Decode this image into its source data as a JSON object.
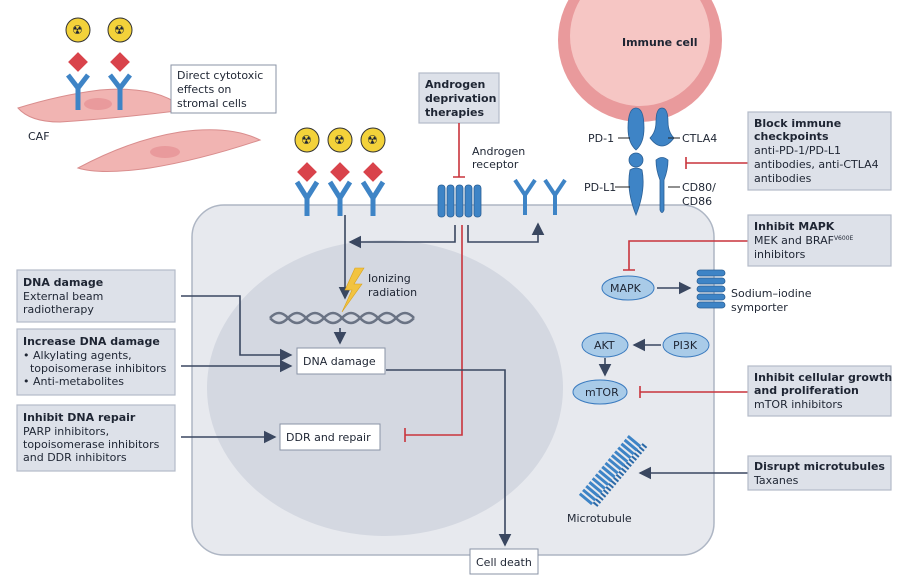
{
  "immune_cell": "Immune cell",
  "caf_label": "CAF",
  "cytotoxic_box": [
    "Direct cytotoxic",
    "effects on",
    "stromal cells"
  ],
  "androgen_box": [
    "Androgen",
    "deprivation",
    "therapies"
  ],
  "androgen_receptor": [
    "Androgen",
    "receptor"
  ],
  "checkpoints": {
    "pd1": "PD-1",
    "ctla4": "CTLA4",
    "pdl1": "PD-L1",
    "cd80": "CD80/",
    "cd86": "CD86"
  },
  "ionizing": [
    "Ionizing",
    "radiation"
  ],
  "nodes": {
    "dna_damage": "DNA damage",
    "ddr": "DDR and repair",
    "cell_death": "Cell death",
    "mapk": "MAPK",
    "akt": "AKT",
    "pi3k": "PI3K",
    "mtor": "mTOR",
    "symporter": [
      "Sodium–iodine",
      "symporter"
    ],
    "microtubule": "Microtubule"
  },
  "left_boxes": [
    {
      "title": "DNA damage",
      "lines": [
        "External beam",
        "radiotherapy"
      ]
    },
    {
      "title": "Increase DNA damage",
      "lines": [
        "• Alkylating agents,",
        "  topoisomerase inhibitors",
        "• Anti-metabolites"
      ]
    },
    {
      "title": "Inhibit DNA repair",
      "lines": [
        "PARP inhibitors,",
        "topoisomerase inhibitors",
        "and DDR inhibitors"
      ]
    }
  ],
  "right_boxes": [
    {
      "title": [
        "Block immune",
        "checkpoints"
      ],
      "lines": [
        "anti-PD-1/PD-L1",
        "antibodies, anti-CTLA4",
        "antibodies"
      ]
    },
    {
      "title": [
        "Inhibit MAPK"
      ],
      "lines": [
        "MEK and BRAF",
        "inhibitors"
      ],
      "superscript": "V600E"
    },
    {
      "title": [
        "Inhibit cellular growth",
        "and proliferation"
      ],
      "lines": [
        "mTOR inhibitors"
      ]
    },
    {
      "title": [
        "Disrupt microtubules"
      ],
      "lines": [
        "Taxanes"
      ]
    }
  ],
  "colors": {
    "inhibition": "#c9343c",
    "activation": "#3a4760",
    "receptor": "#3e84c6",
    "immune_cell": "#f0a5a5",
    "box": "#dde1e9"
  }
}
